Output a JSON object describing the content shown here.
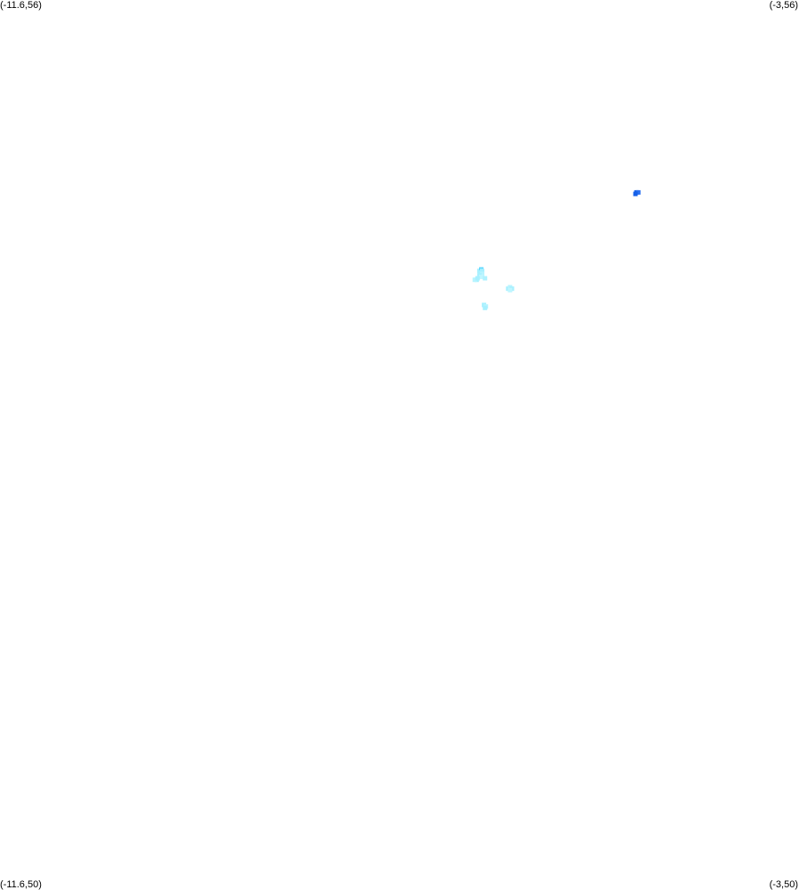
{
  "map": {
    "corners": {
      "top_left": "(-11.6,56)",
      "top_right": "(-3,56)",
      "bottom_left": "(-11.6,50)",
      "bottom_right": "(-3,50)"
    },
    "extent": {
      "lon_min": -11.6,
      "lon_max": -3,
      "lat_min": 50,
      "lat_max": 56
    },
    "colors": {
      "background": "#ffffff",
      "dark_blue": "#1560e8",
      "light_cyan": "#a8f0ff",
      "mid_cyan": "#60d8ff"
    },
    "cells": [
      {
        "lon": -4.75,
        "lat": 54.7,
        "color": "#1560e8"
      },
      {
        "lon": -4.73,
        "lat": 54.7,
        "color": "#2a70f0"
      },
      {
        "lon": -4.76,
        "lat": 54.69,
        "color": "#1560e8"
      },
      {
        "lon": -6.44,
        "lat": 54.17,
        "color": "#a8f0ff"
      },
      {
        "lon": -6.42,
        "lat": 54.18,
        "color": "#60d8ff"
      },
      {
        "lon": -6.41,
        "lat": 54.17,
        "color": "#a8f0ff"
      },
      {
        "lon": -6.43,
        "lat": 54.16,
        "color": "#a8f0ff"
      },
      {
        "lon": -6.41,
        "lat": 54.15,
        "color": "#b8f4ff"
      },
      {
        "lon": -6.44,
        "lat": 54.14,
        "color": "#a8f0ff"
      },
      {
        "lon": -6.42,
        "lat": 54.13,
        "color": "#c0f6ff"
      },
      {
        "lon": -6.38,
        "lat": 54.12,
        "color": "#b0f2ff"
      },
      {
        "lon": -6.47,
        "lat": 54.11,
        "color": "#a8f0ff"
      },
      {
        "lon": -6.49,
        "lat": 54.11,
        "color": "#b8f4ff"
      },
      {
        "lon": -6.46,
        "lat": 54.12,
        "color": "#a8f0ff"
      },
      {
        "lon": -6.13,
        "lat": 54.05,
        "color": "#a8f0ff"
      },
      {
        "lon": -6.11,
        "lat": 54.06,
        "color": "#b8f4ff"
      },
      {
        "lon": -6.09,
        "lat": 54.05,
        "color": "#a8f0ff"
      },
      {
        "lon": -6.11,
        "lat": 54.04,
        "color": "#c0f6ff"
      },
      {
        "lon": -6.39,
        "lat": 53.94,
        "color": "#a8f0ff"
      },
      {
        "lon": -6.37,
        "lat": 53.93,
        "color": "#b8f4ff"
      },
      {
        "lon": -6.38,
        "lat": 53.92,
        "color": "#a8f0ff"
      }
    ]
  }
}
